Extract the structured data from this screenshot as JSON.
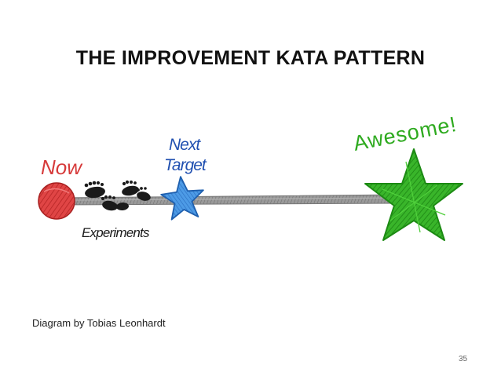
{
  "slide": {
    "title": "THE IMPROVEMENT KATA PATTERN",
    "credit": "Diagram by Tobias Leonhardt",
    "page_number": "35"
  },
  "diagram": {
    "labels": {
      "now": "Now",
      "next_line1": "Next",
      "next_line2": "Target",
      "awesome": "Awesome!",
      "experiments": "Experiments"
    },
    "colors": {
      "now": "#d63a3a",
      "next_target": "#3b86d8",
      "awesome": "#2eaa1f",
      "track": "#8a8a8a",
      "footprint": "#1a1a1a",
      "label_dark": "#1b1b1b"
    },
    "icons": [
      "red-circle-icon",
      "footprints-icon",
      "blue-star-icon",
      "green-star-icon"
    ]
  }
}
